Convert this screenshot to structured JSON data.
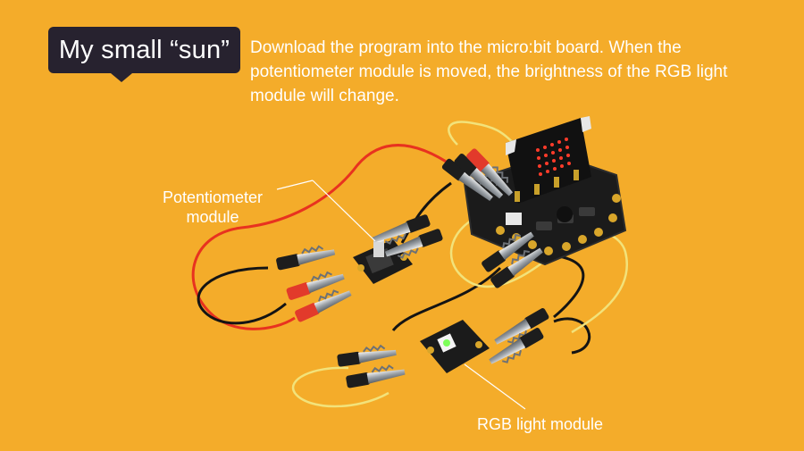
{
  "header": {
    "title": "My small “sun”",
    "description": "Download the program into the micro:bit board. When the potentiometer  module is moved, the brightness of the RGB light module will change."
  },
  "labels": {
    "potentiometer_line1": "Potentiometer",
    "potentiometer_line2": "module",
    "rgb": "RGB light module"
  },
  "icons": {
    "microbit": "microbit-board-icon",
    "expansion": "expansion-board-icon",
    "potentiometer": "potentiometer-module-icon",
    "rgb": "rgb-light-module-icon",
    "clip": "alligator-clip-icon"
  },
  "colors": {
    "background": "#f4ac2a",
    "bubble": "#27222f",
    "wire_red": "#e8321f",
    "wire_black": "#141414",
    "wire_yellow": "#f2e27a",
    "board": "#1b1b1b",
    "pad": "#d9a62a",
    "led": "#ff3b2a",
    "rgb_led": "#7dff5a"
  }
}
